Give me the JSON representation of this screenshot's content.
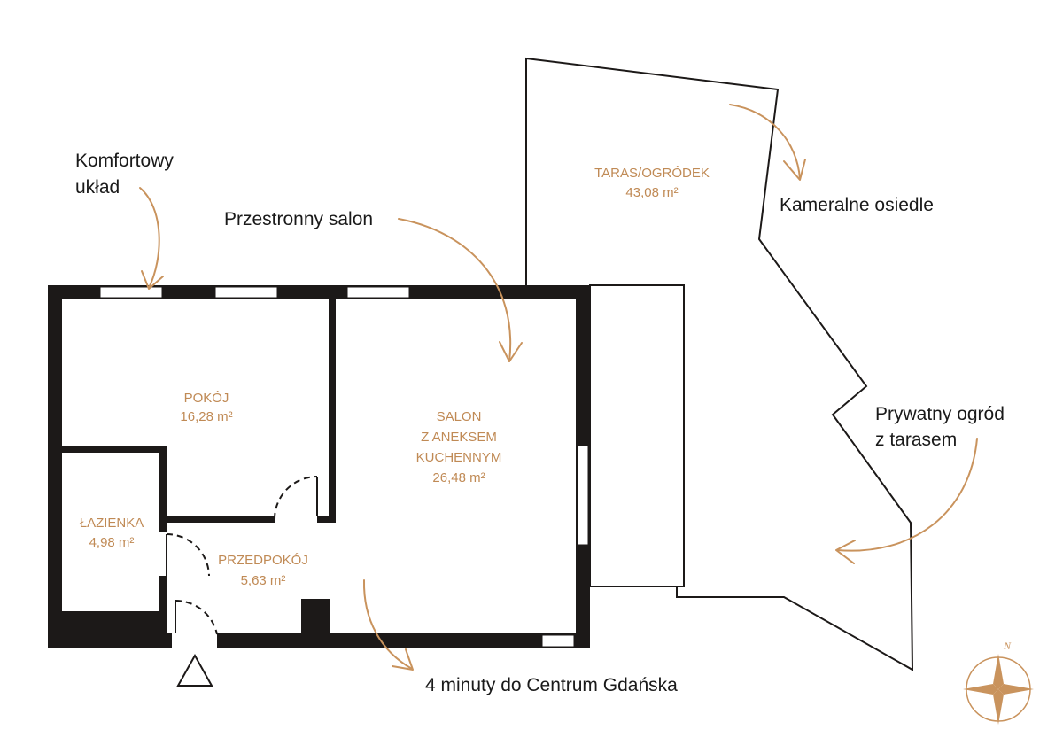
{
  "colors": {
    "wall": "#1c1918",
    "accent": "#c9935d",
    "label": "#c08a55",
    "text": "#1a1a1a"
  },
  "rooms": {
    "pokoj": {
      "name": "POKÓJ",
      "area": "16,28 m²"
    },
    "salon": {
      "line1": "SALON",
      "line2": "Z ANEKSEM",
      "line3": "KUCHENNYM",
      "area": "26,48 m²"
    },
    "lazienka": {
      "name": "ŁAZIENKA",
      "area": "4,98 m²"
    },
    "przedpokoj": {
      "name": "PRZEDPOKÓJ",
      "area": "5,63 m²"
    },
    "taras": {
      "name": "TARAS/OGRÓDEK",
      "area": "43,08 m²"
    }
  },
  "callouts": {
    "komfortowy_line1": "Komfortowy",
    "komfortowy_line2": "układ",
    "salon": "Przestronny salon",
    "osiedle": "Kameralne osiedle",
    "ogrod_line1": "Prywatny ogród",
    "ogrod_line2": "z tarasem",
    "centrum": "4 minuty do Centrum Gdańska"
  },
  "compass": {
    "north": "N"
  }
}
